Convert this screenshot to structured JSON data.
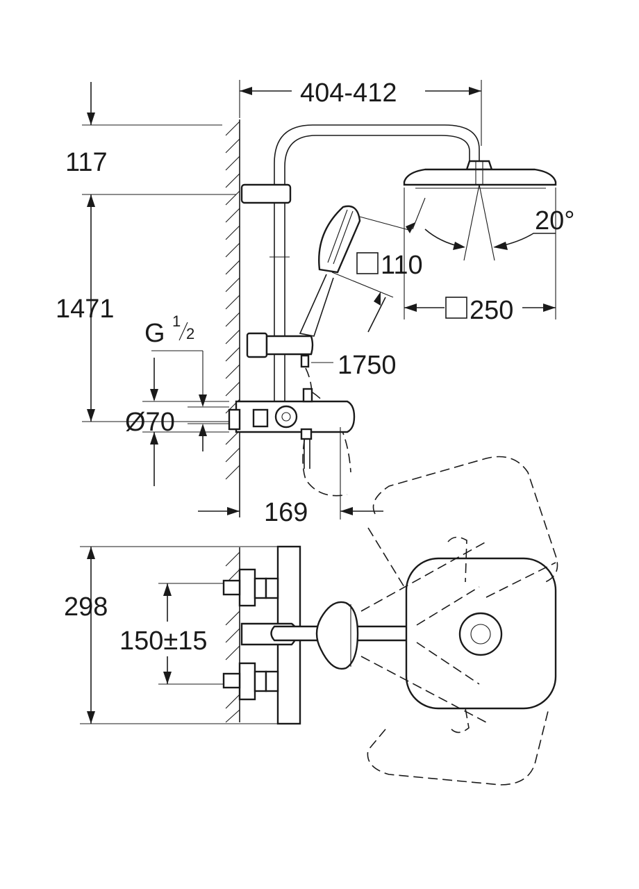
{
  "dimensions": {
    "width_range": "404-412",
    "top_height": "117",
    "rail_height": "1471",
    "thread_prefix": "G",
    "thread_num": "1",
    "thread_den": "2",
    "escutcheon": "Ø70",
    "hand_shower": "110",
    "head_shower": "250",
    "angle": "20°",
    "hose": "1750",
    "projection": "169",
    "depth": "298",
    "centres": "150±15"
  }
}
